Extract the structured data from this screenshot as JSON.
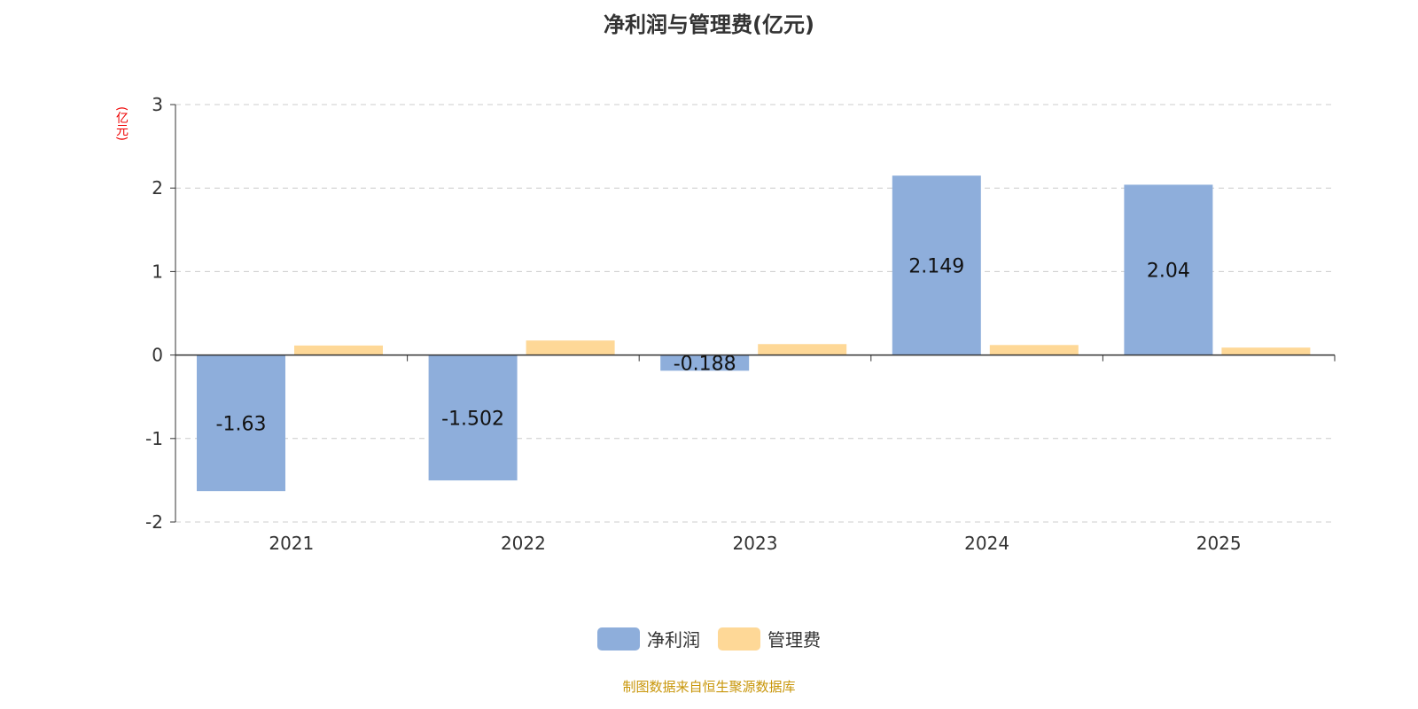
{
  "chart_data": {
    "type": "bar",
    "title": "净利润与管理费(亿元)",
    "ylabel": "(亿元)",
    "xlabel": "",
    "categories": [
      "2021",
      "2022",
      "2023",
      "2024",
      "2025"
    ],
    "series": [
      {
        "name": "净利润",
        "color": "#8eaedb",
        "values": [
          -1.63,
          -1.502,
          -0.188,
          2.149,
          2.04
        ],
        "labels": [
          "-1.63",
          "-1.502",
          "-0.188",
          "2.149",
          "2.04"
        ]
      },
      {
        "name": "管理费",
        "color": "#fed897",
        "values": [
          0.114,
          0.174,
          0.131,
          0.12,
          0.089
        ]
      }
    ],
    "ylim": [
      -2,
      3
    ],
    "yticks": [
      "-2",
      "-1",
      "0",
      "1",
      "2",
      "3"
    ],
    "grid": true,
    "legend_position": "bottom"
  },
  "source": "制图数据来自恒生聚源数据库"
}
